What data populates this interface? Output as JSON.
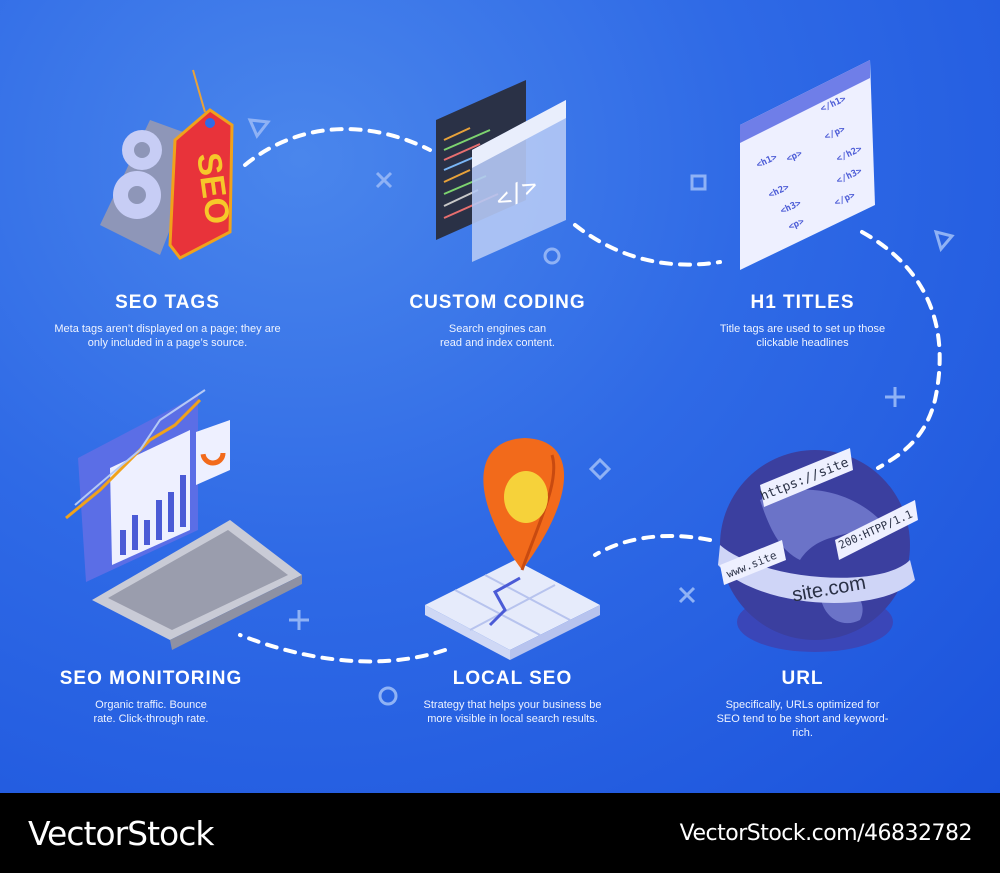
{
  "steps": [
    {
      "title": "SEO TAGS",
      "desc": "Meta tags aren’t displayed on a page; they are only included in a page’s source."
    },
    {
      "title": "CUSTOM CODING",
      "desc": "Search engines can read and index content."
    },
    {
      "title": "H1 TITLES",
      "desc": "Title tags are used to set up those clickable headlines"
    },
    {
      "title": "SEO MONITORING",
      "desc": "Organic traffic. Bounce rate. Click-through rate."
    },
    {
      "title": "LOCAL SEO",
      "desc": "Strategy that helps your business be more visible in local search results."
    },
    {
      "title": "URL",
      "desc": "Specifically, URLs optimized for SEO tend to be short and keyword-rich."
    }
  ],
  "icons": {
    "seo_tag_text": "SEO",
    "code_symbol": "</>",
    "h1_tags": [
      "<h1>",
      "</h1>",
      "<p>",
      "</p>",
      "<h2>",
      "</h2>",
      "<h3>",
      "</h3>"
    ],
    "url_labels": [
      "https://site",
      "www.site",
      "200:HTPP/1.1",
      "site.com"
    ]
  },
  "footer": {
    "brand": "VectorStock",
    "id": "VectorStock.com/46832782"
  },
  "colors": {
    "background": "#2f6ae6",
    "accent_orange": "#f26a1b",
    "tag_red": "#e8333a",
    "panel_lavender": "#d9ddfb"
  }
}
